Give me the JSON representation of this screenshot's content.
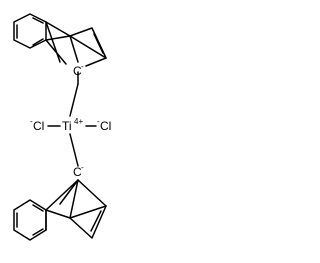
{
  "molecule": {
    "metal": {
      "symbol": "Ti",
      "charge": "4+"
    },
    "ligands": {
      "left_chloride": {
        "symbol": "Cl",
        "charge": "-"
      },
      "right_chloride": {
        "symbol": "Cl",
        "charge": "-"
      },
      "upper_carbanion": {
        "symbol": "C",
        "charge": "-"
      },
      "lower_carbanion": {
        "symbol": "C",
        "charge": "-"
      }
    },
    "bond_color": "#000000"
  }
}
